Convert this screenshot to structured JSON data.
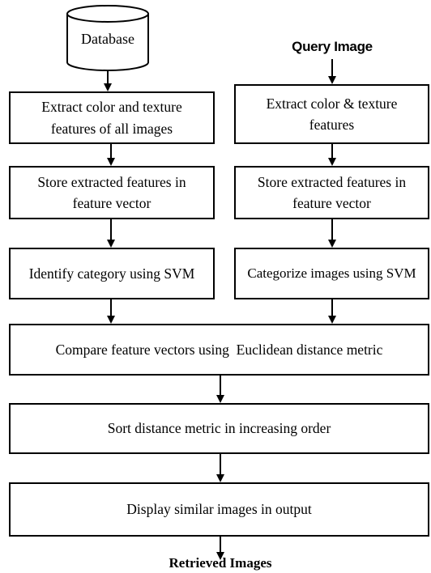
{
  "diagram": {
    "database": {
      "label": "Database"
    },
    "query_image": {
      "label": "Query Image"
    },
    "left_column": {
      "extract": {
        "label": "Extract color and texture features of all images"
      },
      "store": {
        "label": "Store extracted features in feature vector"
      },
      "identify": {
        "label": "Identify category using SVM"
      }
    },
    "right_column": {
      "extract": {
        "label": "Extract color & texture features"
      },
      "store": {
        "label": "Store extracted features in feature vector"
      },
      "categorize": {
        "label": "Categorize images using SVM"
      }
    },
    "compare": {
      "label": "Compare feature vectors using  Euclidean distance metric"
    },
    "sort": {
      "label": "Sort distance metric in increasing order"
    },
    "display": {
      "label": "Display similar images in output"
    },
    "retrieved": {
      "label": "Retrieved Images"
    },
    "colors": {
      "stroke": "#000000",
      "fill": "#ffffff"
    }
  }
}
